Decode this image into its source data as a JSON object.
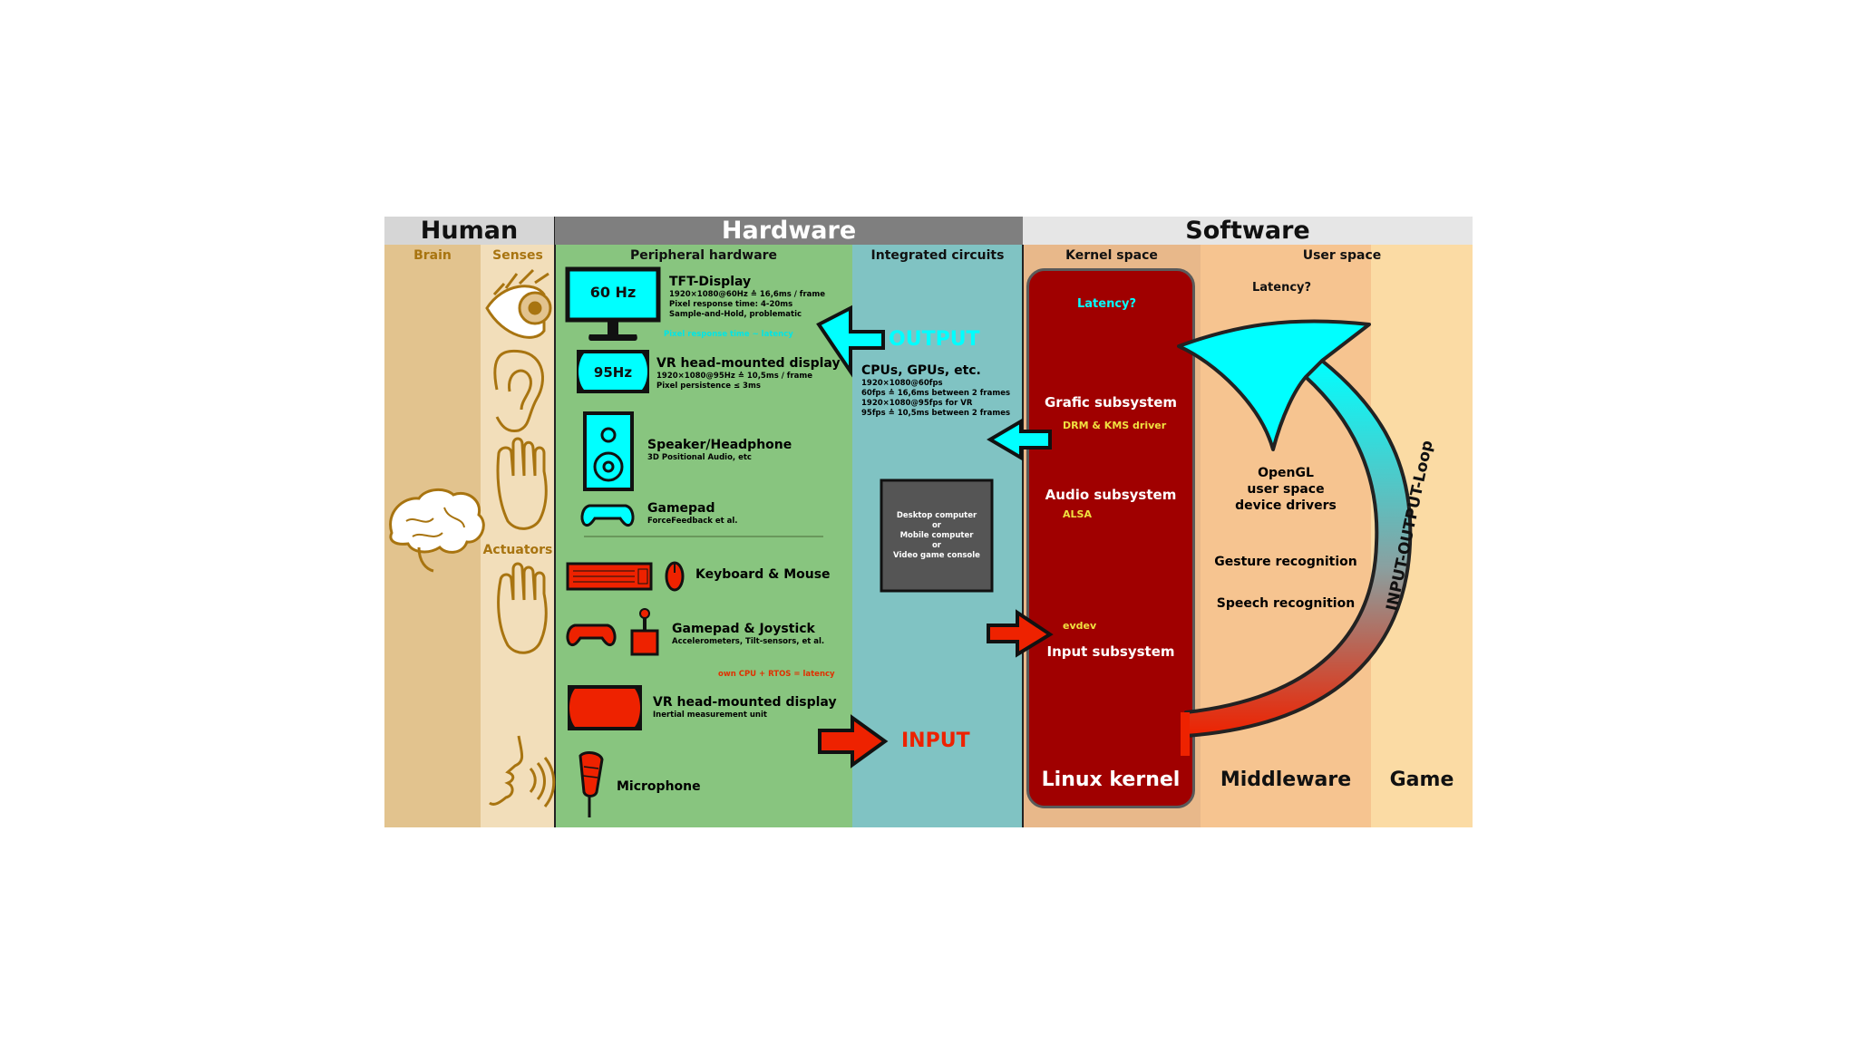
{
  "headers": {
    "human": "Human",
    "hardware": "Hardware",
    "software": "Software"
  },
  "subheaders": {
    "brain": "Brain",
    "senses": "Senses",
    "actuators": "Actuators",
    "peripheral": "Peripheral hardware",
    "integrated": "Integrated circuits",
    "kernel_space": "Kernel space",
    "user_space": "User space"
  },
  "output_devices": {
    "tft_badge": "60 Hz",
    "tft_title": "TFT-Display",
    "tft_line1": "1920×1080@60Hz ≙ 16,6ms / frame",
    "tft_line2": "Pixel response time: 4-20ms",
    "tft_line3": "Sample-and-Hold, problematic",
    "cyan_note": "Pixel response time ~ latency",
    "hmd_badge": "95Hz",
    "hmd_title": "VR head-mounted display",
    "hmd_line1": "1920×1080@95Hz ≙ 10,5ms / frame",
    "hmd_line2": "Pixel persistence ≤ 3ms",
    "speaker_title": "Speaker/Headphone",
    "speaker_line1": "3D Positional Audio, etc",
    "gamepad_title": "Gamepad",
    "gamepad_line1": "ForceFeedback et al."
  },
  "input_devices": {
    "km_title": "Keyboard & Mouse",
    "joy_title": "Gamepad & Joystick",
    "joy_line1": "Accelerometers, Tilt-sensors, et al.",
    "rtos_note": "own CPU + RTOS = latency",
    "hmd_title": "VR head-mounted display",
    "hmd_line1": "Inertial measurement unit",
    "mic_title": "Microphone"
  },
  "arrows": {
    "output": "OUTPUT",
    "input": "INPUT"
  },
  "ic": {
    "cpu_title": "CPUs, GPUs, etc.",
    "cpu_line1": "1920×1080@60fps",
    "cpu_line2": "60fps ≙ 16,6ms between 2 frames",
    "cpu_line3": "1920×1080@95fps for VR",
    "cpu_line4": "95fps ≙ 10,5ms between 2 frames",
    "box_line1": "Desktop computer",
    "box_line2": "or",
    "box_line3": "Mobile computer",
    "box_line4": "or",
    "box_line5": "Video game console"
  },
  "kernel": {
    "latency": "Latency?",
    "grafic": "Grafic subsystem",
    "drm": "DRM & KMS driver",
    "audio": "Audio subsystem",
    "alsa": "ALSA",
    "evdev": "evdev",
    "input": "Input subsystem",
    "name": "Linux kernel"
  },
  "userspace": {
    "latency": "Latency?",
    "opengl1": "OpenGL",
    "opengl2": "user space",
    "opengl3": "device drivers",
    "gesture": "Gesture recognition",
    "speech": "Speech recognition",
    "middleware": "Middleware",
    "game": "Game",
    "loop": "INPUT-OUTPUT-Loop"
  },
  "colors": {
    "cyan": "#00ffff",
    "red": "#ee2200",
    "kernel": "#a00000",
    "hardware_green": "#88c57f",
    "ic_teal": "#80c3c3",
    "brain_tan": "#e2c38e",
    "senses_tan": "#f2deba",
    "kernel_space": "#e8b88a",
    "middleware": "#f6c490",
    "game": "#fbdba4",
    "brown_icon": "#a87410"
  }
}
